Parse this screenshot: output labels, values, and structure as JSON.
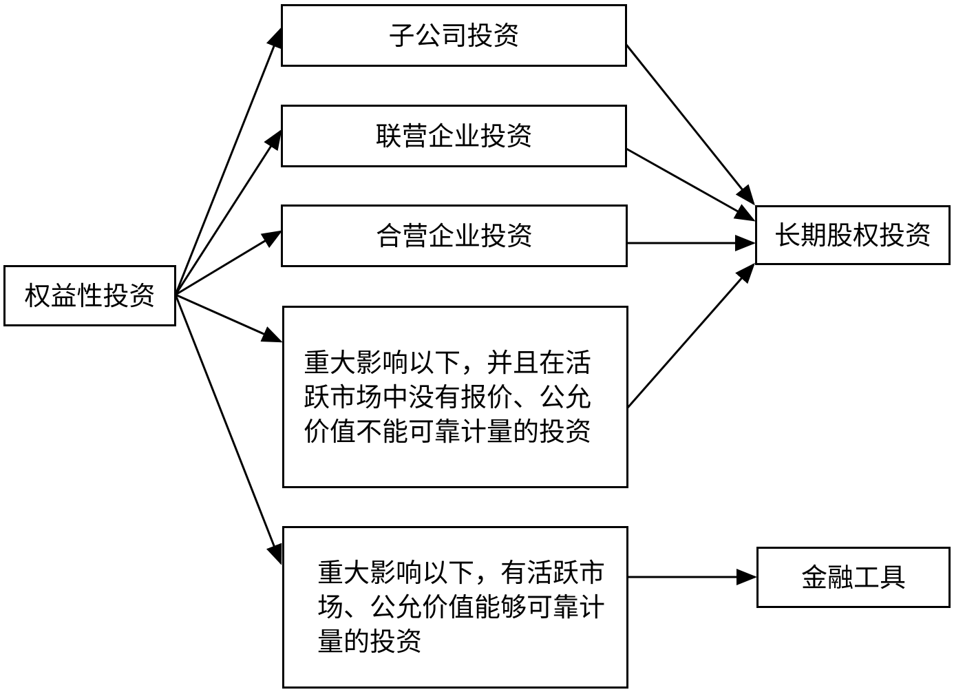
{
  "nodes": {
    "equity": "权益性投资",
    "subsidiary": "子公司投资",
    "associate": "联营企业投资",
    "joint_venture": "合营企业投资",
    "no_active_market": "重大影响以下，并且在活跃市场中没有报价、公允价值不能可靠计量的投资",
    "active_market": "重大影响以下，有活跃市场、公允价值能够可靠计量的投资",
    "long_term_equity": "长期股权投资",
    "financial_instrument": "金融工具"
  }
}
